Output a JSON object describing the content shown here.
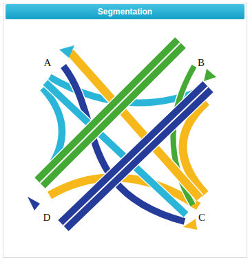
{
  "diagram": {
    "title": "Segmentation",
    "labels": [
      "A",
      "B",
      "C",
      "D"
    ]
  }
}
